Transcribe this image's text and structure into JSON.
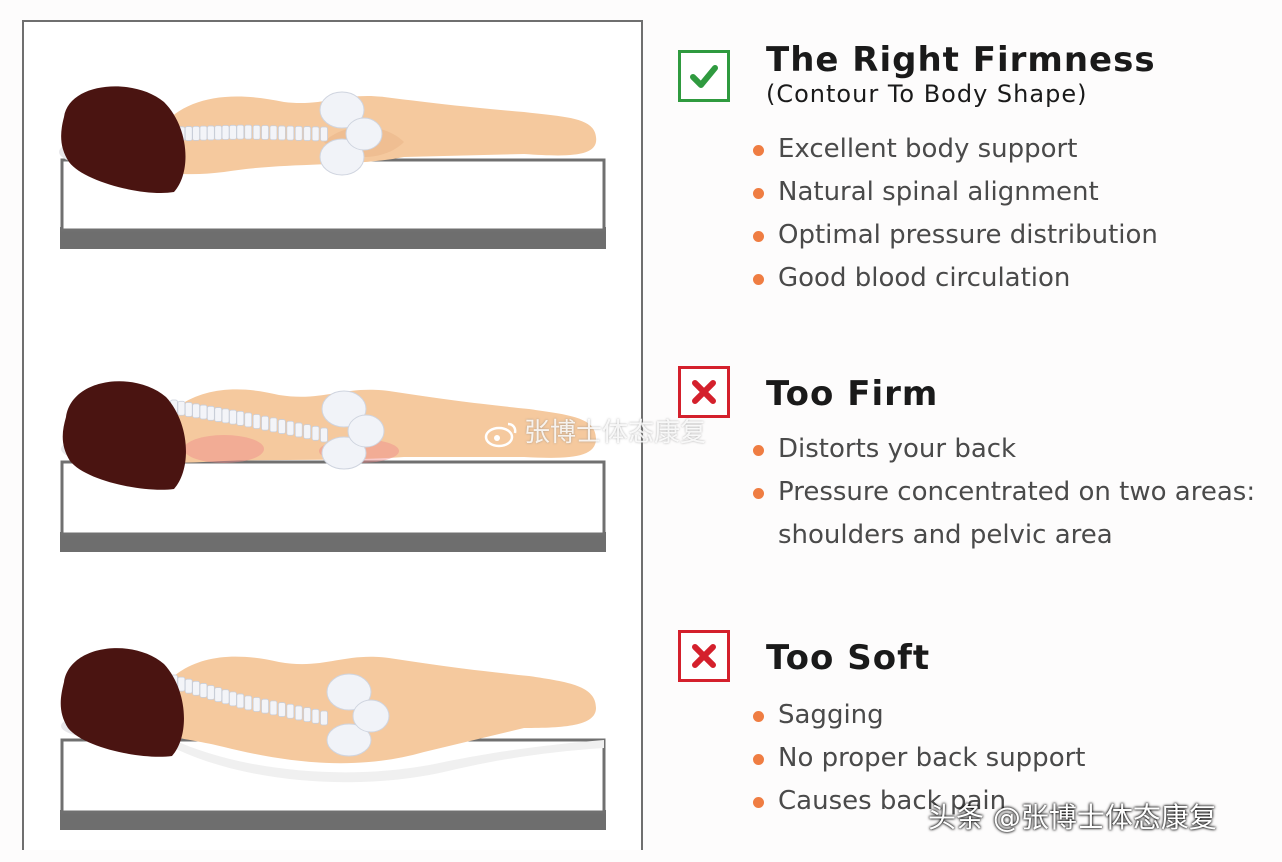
{
  "sections": [
    {
      "id": "right",
      "status": "check",
      "status_color": "#2f9a3f",
      "title": "The Right Firmness",
      "subtitle": "(Contour To Body Shape)",
      "bullets": [
        "Excellent body support",
        "Natural spinal alignment",
        "Optimal pressure distribution",
        "Good blood circulation"
      ]
    },
    {
      "id": "firm",
      "status": "cross",
      "status_color": "#d4202c",
      "title": "Too Firm",
      "bullets": [
        "Distorts your back",
        [
          "Pressure concentrated on two areas:",
          "shoulders and pelvic area"
        ]
      ]
    },
    {
      "id": "soft",
      "status": "cross",
      "status_color": "#d4202c",
      "title": "Too Soft",
      "bullets": [
        "Sagging",
        "No proper back support",
        "Causes back pain"
      ]
    }
  ],
  "colors": {
    "bullet": "#ef7d42",
    "skin": "#f5c99e",
    "hair": "#4a1411",
    "mattress_base": "#6e6e6e",
    "pressure": "#f08a8a"
  },
  "icons": [
    "check-icon",
    "cross-icon",
    "weibo-icon"
  ],
  "watermarks": {
    "center": "张博士体态康复",
    "corner": "头条 @张博士体态康复"
  }
}
